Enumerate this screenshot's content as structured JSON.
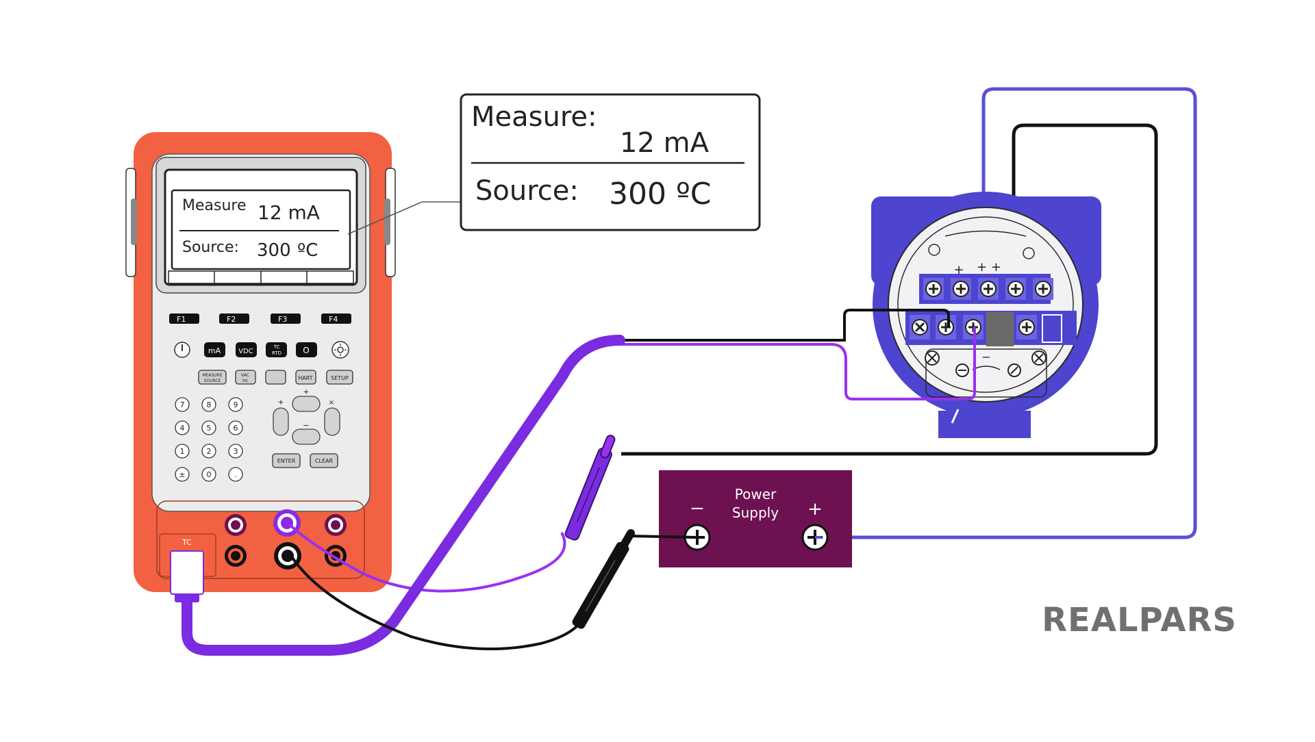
{
  "calibrator": {
    "screen": {
      "measure_label": "Measure",
      "measure_value": "12 mA",
      "source_label": "Source:",
      "source_value": "300",
      "source_unit": "ºC"
    },
    "function_keys": [
      "F1",
      "F2",
      "F3",
      "F4"
    ],
    "mode_keys": [
      "mA",
      "VDC",
      "O"
    ],
    "tc_rtd_key": [
      "TC",
      "RTD"
    ],
    "measure_source_key": [
      "MEASURE",
      "SOURCE"
    ],
    "vac_hz_key": [
      "VAC",
      "Hz"
    ],
    "hart_key": "HART",
    "setup_key": "SETUP",
    "keypad": [
      "7",
      "8",
      "9",
      "4",
      "5",
      "6",
      "1",
      "2",
      "3",
      "±",
      "0",
      "."
    ],
    "arrow_signs": [
      "+",
      "+",
      "×",
      "−"
    ],
    "enter_key": "ENTER",
    "clear_key": "CLEAR",
    "tc_port_label": "TC"
  },
  "callout": {
    "measure_label": "Measure:",
    "measure_value": "12 mA",
    "source_label": "Source:",
    "source_value": "300",
    "source_unit": "ºC"
  },
  "transmitter": {
    "terminal_marks": [
      "+",
      "+ +"
    ],
    "minus_mark": "−"
  },
  "power_supply": {
    "title_line1": "Power",
    "title_line2": "Supply",
    "minus": "−",
    "plus": "+"
  },
  "brand": {
    "logo_text": "REALPARS"
  },
  "colors": {
    "calibrator_body": "#f26141",
    "wire_purple": "#8a2be2",
    "wire_black": "#111111",
    "wire_blue": "#5a4fd6",
    "transmitter_blue": "#4d44cf",
    "power_supply": "#6d1150",
    "logo_grey": "#707070"
  }
}
